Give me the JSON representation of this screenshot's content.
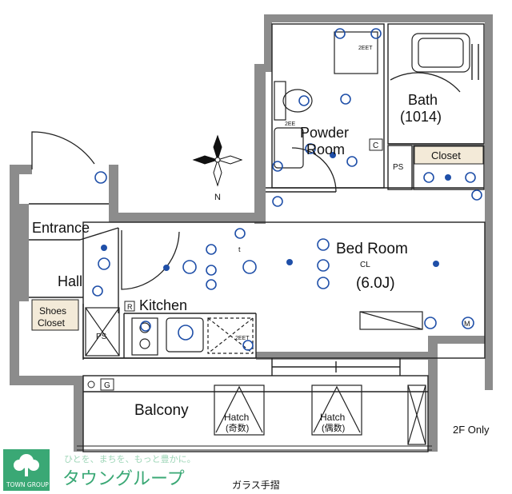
{
  "rooms": {
    "entrance": "Entrance",
    "hall": "Hall",
    "shoes_closet_line1": "Shoes",
    "shoes_closet_line2": "Closet",
    "kitchen": "Kitchen",
    "bed_room": "Bed Room",
    "bed_room_size": "(6.0J)",
    "bath": "Bath",
    "bath_size": "(1014)",
    "powder_room_line1": "Powder",
    "powder_room_line2": "Room",
    "closet": "Closet",
    "balcony": "Balcony"
  },
  "marks": {
    "north": "N",
    "ps_left": "PS",
    "ps_right": "PS",
    "ceiling_light": "CL",
    "refrigerator": "R",
    "c_mark": "C",
    "g_mark": "G",
    "t_mark": "t",
    "m_mark": "M",
    "eet_1": "2EET",
    "eet_2": "2EE",
    "eet_3": "2EET"
  },
  "hatches": [
    {
      "title": "Hatch",
      "sub": "(奇数)"
    },
    {
      "title": "Hatch",
      "sub": "(偶数)"
    }
  ],
  "notes": {
    "floor_note": "2F Only",
    "railing_note": "ガラス手摺"
  },
  "brand": {
    "logo_caption": "TOWN GROUP",
    "slogan": "ひとを、まちを、もっと豊かに。",
    "name_kana": "タウングループ"
  },
  "colors": {
    "wall": "#8c8c8c",
    "wall_dark": "#5a5a5a",
    "closet_fill": "#f3ead8",
    "electrical": "#1f4fa8",
    "brand_green": "#3aa875"
  }
}
